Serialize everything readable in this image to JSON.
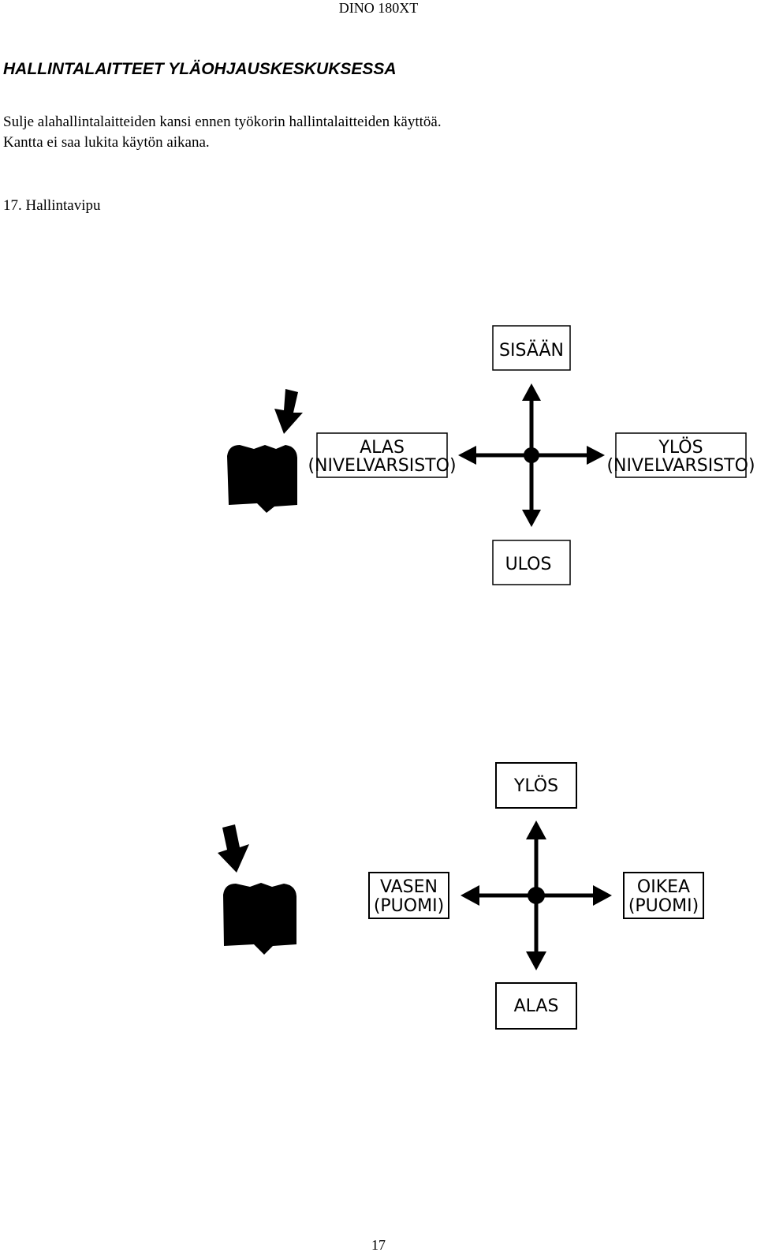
{
  "header": {
    "doc_title": "DINO 180XT"
  },
  "section": {
    "title": "HALLINTALAITTEET YLÄOHJAUSKESKUKSESSA",
    "paragraph_line1": "Sulje alahallintalaitteiden kansi ennen työkorin hallintalaitteiden käyttöä.",
    "paragraph_line2": "Kantta ei saa lukita käytön aikana.",
    "item_caption": "17. Hallintavipu"
  },
  "diagram_upper": {
    "top_label": "SISÄÄN",
    "left_label_line1": "ALAS",
    "left_label_line2": "(NIVELVARSISTO)",
    "right_label_line1": "YLÖS",
    "right_label_line2": "(NIVELVARSISTO)",
    "bottom_label": "ULOS"
  },
  "diagram_lower": {
    "top_label": "YLÖS",
    "left_label_line1": "VASEN",
    "left_label_line2": "(PUOMI)",
    "right_label_line1": "OIKEA",
    "right_label_line2": "(PUOMI)",
    "bottom_label": "ALAS"
  },
  "footer": {
    "page_number": "17"
  }
}
